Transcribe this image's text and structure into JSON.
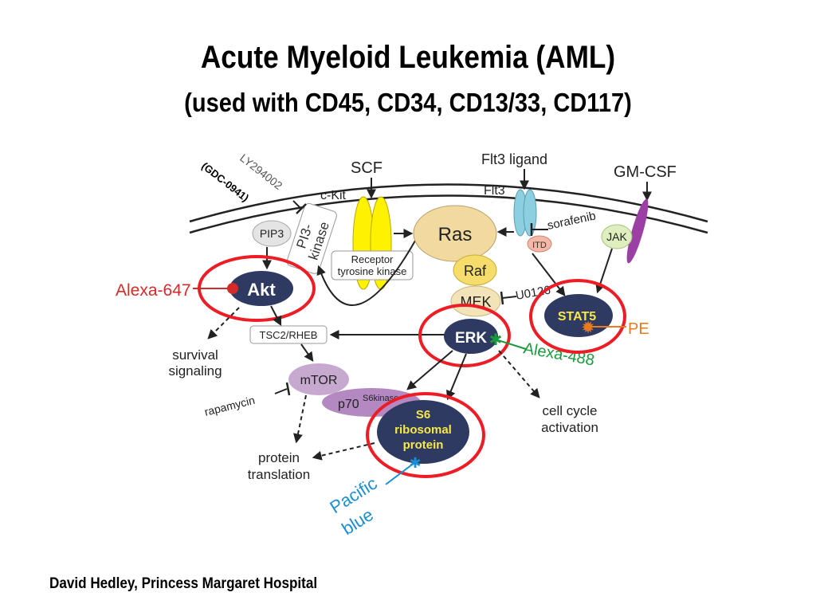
{
  "slide": {
    "title": "Acute Myeloid Leukemia (AML)",
    "subtitle": "(used with CD45, CD34, CD13/33, CD117)",
    "credit": "David Hedley, Princess Margaret Hospital"
  },
  "diagram": {
    "ligands": {
      "scf": "SCF",
      "flt3_ligand": "Flt3 ligand",
      "gm_csf": "GM-CSF"
    },
    "receptors": {
      "c_kit": "c-Kit",
      "flt3": "Flt3",
      "receptor_line1": "Receptor",
      "receptor_line2": "tyrosine kinase",
      "itd": "ITD",
      "jak": "JAK"
    },
    "inhibitors": {
      "ly294002": "LY294002",
      "gdc0941": "(GDC-0941)",
      "sorafenib": "sorafenib",
      "u0126": "U0126",
      "rapamycin": "rapamycin"
    },
    "nodes": {
      "pip3": "PIP3",
      "pi3k_line1": "PI3-",
      "pi3k_line2": "kinase",
      "akt": "Akt",
      "ras": "Ras",
      "raf": "Raf",
      "mek": "MEK",
      "erk": "ERK",
      "stat5": "STAT5",
      "tsc2_rheb": "TSC2/RHEB",
      "mtor": "mTOR",
      "p70": "p70",
      "p70_sup": "S6kinase",
      "s6_line1": "S6",
      "s6_line2": "ribosomal",
      "s6_line3": "protein"
    },
    "outcomes": {
      "survival_line1": "survival",
      "survival_line2": "signaling",
      "cell_cycle_line1": "cell cycle",
      "cell_cycle_line2": "activation",
      "protein_line1": "protein",
      "protein_line2": "translation"
    },
    "fluorophores": {
      "alexa647": "Alexa-647",
      "alexa488": "Alexa-488",
      "pe": "PE",
      "pacific_line1": "Pacific",
      "pacific_line2": "blue"
    },
    "colors": {
      "node_navy": "#2f3a63",
      "highlight_red": "#ee1c24",
      "alexa647": "#d42a2a",
      "alexa488": "#199a3c",
      "pe": "#e97b1d",
      "pacific_blue": "#1b8fd2",
      "stat5_text": "#f7e84a",
      "raf_yellow": "#f6dc6a",
      "ras_tan": "#f1d9a0",
      "kit_yellow": "#fff200",
      "flt3_teal": "#8ccfe0",
      "gm_csf_purple": "#9b3fa5",
      "mtor_lilac": "#c7a9cf",
      "p70_purple": "#b488c0",
      "jak_green": "#dfeebf",
      "itd_pink": "#f5b7a6"
    }
  }
}
